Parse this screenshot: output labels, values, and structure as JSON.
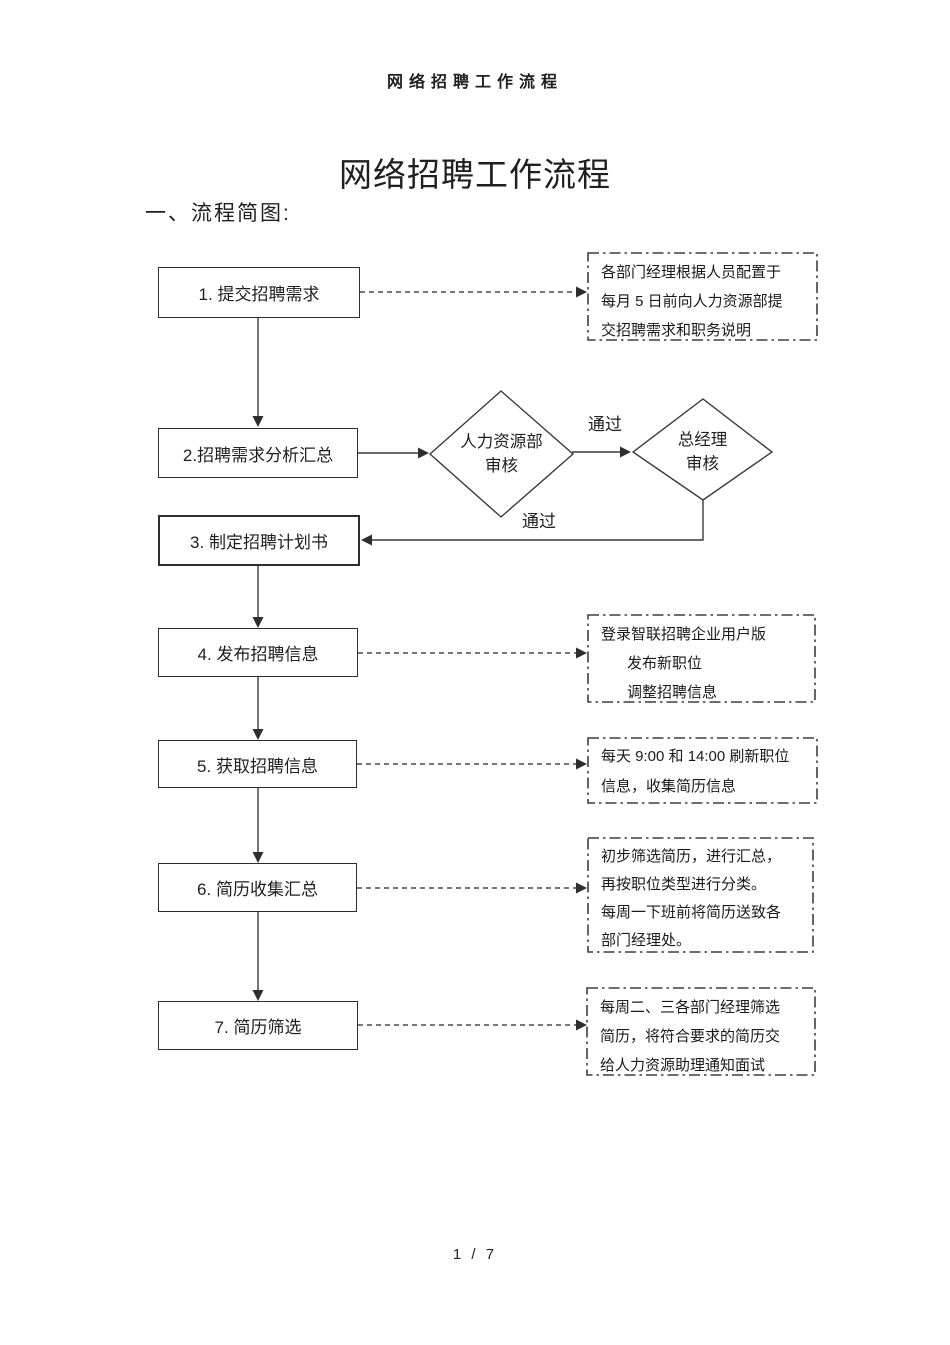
{
  "page": {
    "header": "网络招聘工作流程",
    "title": "网络招聘工作流程",
    "section_heading": "一、流程简图:",
    "footer_page": "1 / 7"
  },
  "flow": {
    "steps": [
      {
        "label": "1. 提交招聘需求"
      },
      {
        "label": "2.招聘需求分析汇总"
      },
      {
        "label": "3. 制定招聘计划书"
      },
      {
        "label": "4. 发布招聘信息"
      },
      {
        "label": "5. 获取招聘信息"
      },
      {
        "label": "6. 简历收集汇总"
      },
      {
        "label": "7. 简历筛选"
      }
    ],
    "decisions": [
      {
        "line1": "人力资源部",
        "line2": "审核"
      },
      {
        "line1": "总经理",
        "line2": "审核"
      }
    ],
    "edge_labels": {
      "pass1": "通过",
      "pass2": "通过"
    },
    "notes": [
      {
        "lines": [
          "各部门经理根据人员配置于",
          "每月 5 日前向人力资源部提",
          "交招聘需求和职务说明"
        ]
      },
      {
        "lines": [
          "登录智联招聘企业用户版",
          "发布新职位",
          "调整招聘信息"
        ]
      },
      {
        "lines": [
          "每天 9:00 和 14:00 刷新职位",
          "信息，收集简历信息"
        ]
      },
      {
        "lines": [
          "初步筛选简历，进行汇总，",
          "再按职位类型进行分类。",
          "每周一下班前将简历送致各",
          "部门经理处。"
        ]
      },
      {
        "lines": [
          "每周二、三各部门经理筛选",
          "简历，将符合要求的简历交",
          "给人力资源助理通知面试"
        ]
      }
    ]
  },
  "colors": {
    "ink": "#1f1f1f",
    "line": "#3a3a3a",
    "note_border": "#3f3f3f",
    "background": "#ffffff"
  }
}
